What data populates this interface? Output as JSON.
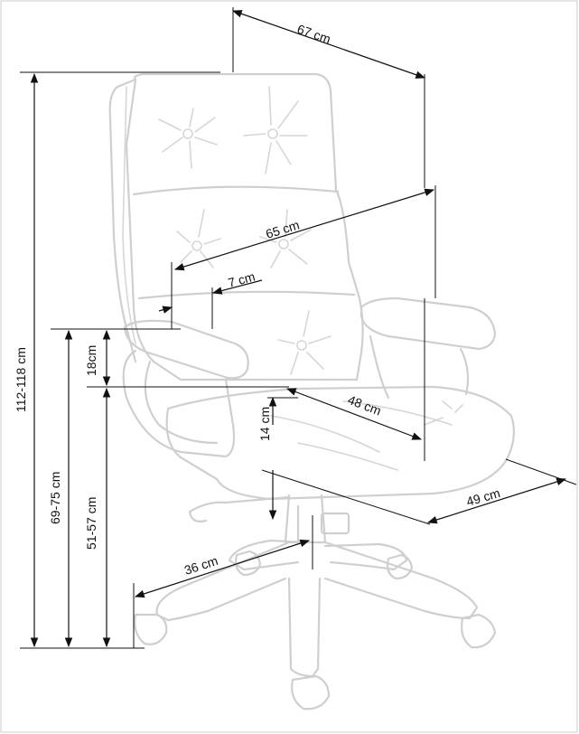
{
  "dimensions": {
    "width_top": "67 cm",
    "seat_width_overall": "65 cm",
    "armrest_width": "7 cm",
    "armrest_height_from_seat": "18cm",
    "seat_depth": "48 cm",
    "seat_thickness": "14 cm",
    "base_depth": "49 cm",
    "base_radius": "36 cm",
    "total_height": "112-118 cm",
    "armrest_height": "69-75 cm",
    "seat_height": "51-57 cm"
  }
}
